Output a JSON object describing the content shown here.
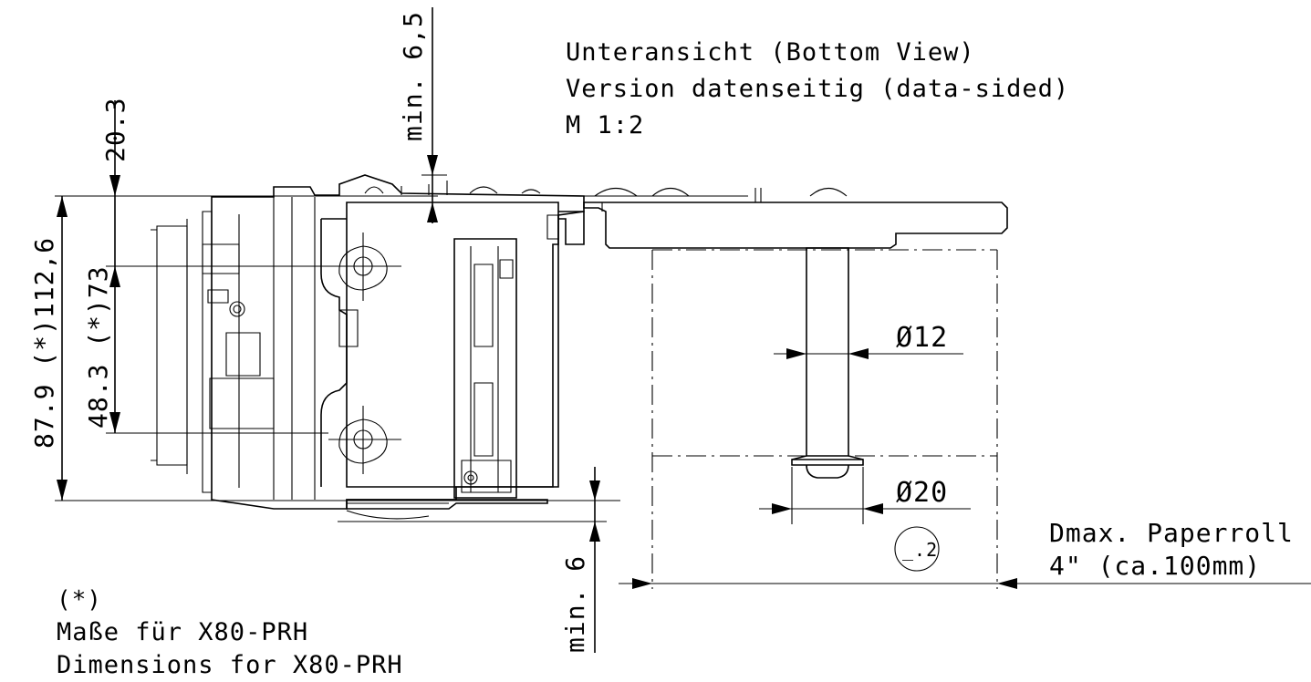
{
  "header": {
    "title_line1": "Unteransicht (Bottom View)",
    "title_line2": "Version datenseitig (data-sided)",
    "title_line3": "M 1:2"
  },
  "dimensions": {
    "top_clearance": "min. 6,5",
    "top_offset": "20.3",
    "height_total": "87.9 (*)112,6",
    "height_inner": "48.3 (*)73",
    "bottom_clearance": "min. 6",
    "shaft_diameter": "Ø12",
    "flange_diameter": "Ø20",
    "paperroll_label_line1": "Dmax. Paperroll",
    "paperroll_label_line2": "4\" (ca.100mm)",
    "detail_ref": "_.2"
  },
  "footnote": {
    "marker": "(*)",
    "line_de": "Maße für X80-PRH",
    "line_en": "Dimensions for X80-PRH"
  }
}
